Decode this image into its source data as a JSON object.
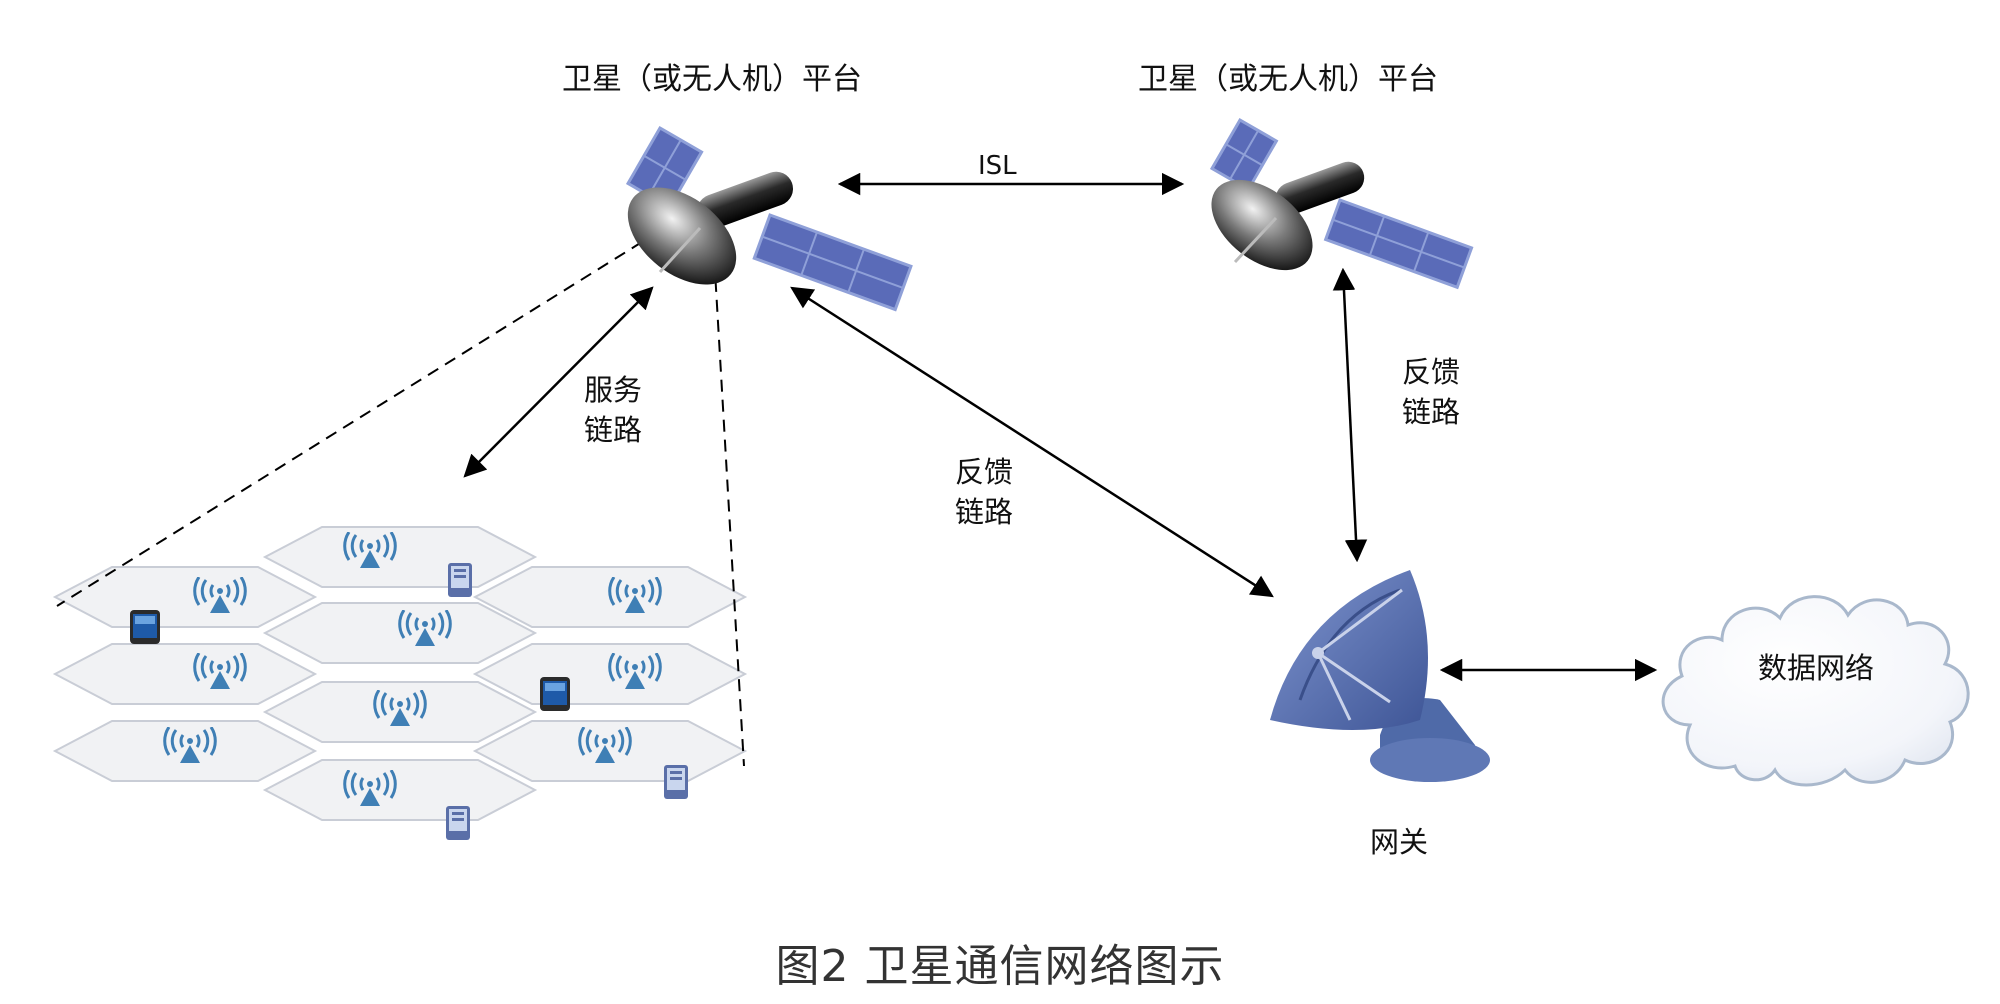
{
  "labels": {
    "platform_left": "卫星（或无人机）平台",
    "platform_right": "卫星（或无人机）平台",
    "isl": "ISL",
    "service_link_1": "服务",
    "service_link_2": "链路",
    "feedback_mid_1": "反馈",
    "feedback_mid_2": "链路",
    "feedback_right_1": "反馈",
    "feedback_right_2": "链路",
    "gateway": "网关",
    "data_network": "数据网络"
  },
  "caption": "图2   卫星通信网络图示",
  "colors": {
    "panel": "#5a6bb8",
    "panel_frame": "#8fa0d8",
    "dish": "#4f6aa8",
    "cell_fill": "#f1f2f4",
    "cell_stroke": "#c9cdd6",
    "antenna": "#3f7fb5",
    "cloud_stroke": "#a9b8cc"
  }
}
